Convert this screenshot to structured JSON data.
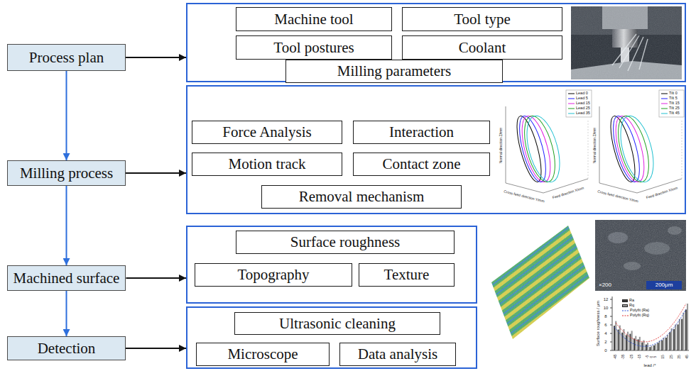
{
  "diagram": {
    "nodes": [
      {
        "text": [
          "Process plan"
        ]
      },
      {
        "text": []
      },
      {
        "text": [
          "Machine tool"
        ],
        "in": 1
      },
      {
        "text": [
          "Tool type"
        ],
        "in": 1
      },
      {
        "text": [
          "Tool postures"
        ],
        "in": 1
      },
      {
        "text": [
          "Coolant"
        ],
        "in": 1
      },
      {
        "text": [
          "Milling parameters"
        ],
        "in": 1
      },
      {
        "text": [
          "Milling process"
        ]
      },
      {
        "text": []
      },
      {
        "text": [
          "Force Analysis"
        ],
        "in": 8
      },
      {
        "text": [
          "Interaction"
        ],
        "in": 8
      },
      {
        "text": [
          "Motion track"
        ],
        "in": 8
      },
      {
        "text": [
          "Contact zone"
        ],
        "in": 8
      },
      {
        "text": [
          "Removal mechanism"
        ],
        "in": 8
      },
      {
        "text": [
          "Machined surface"
        ]
      },
      {
        "text": []
      },
      {
        "text": [
          "Surface roughness"
        ],
        "in": 15
      },
      {
        "text": [
          "Topography"
        ],
        "in": 15
      },
      {
        "text": [
          "Texture"
        ],
        "in": 15
      },
      {
        "text": [
          "Detection"
        ]
      },
      {
        "text": []
      },
      {
        "text": [
          "Ultrasonic cleaning"
        ],
        "in": 20
      },
      {
        "text": [
          "Microscope"
        ],
        "in": 20
      },
      {
        "text": [
          "Data analysis"
        ],
        "in": 20
      }
    ],
    "edges": [
      {
        "from": 0,
        "to": 1,
        "arrow": "to"
      },
      {
        "from": 0,
        "to": 7,
        "arrow": "to"
      },
      {
        "from": 7,
        "to": 8,
        "arrow": "to"
      },
      {
        "from": 7,
        "to": 14,
        "arrow": "to"
      },
      {
        "from": 14,
        "to": 15,
        "arrow": "to"
      },
      {
        "from": 14,
        "to": 19,
        "arrow": "to"
      },
      {
        "from": 19,
        "to": 20,
        "arrow": "to"
      }
    ],
    "labels": [
      "Normal direction Z/mm",
      "Cross feed direction Y/mm",
      "Feed direction X/mm",
      "Normal direction Z/mm",
      "Cross feed direction Y/mm",
      "Feed direction X/mm",
      "×200",
      "200μm",
      "Surface roughness / μm",
      "lead /°",
      "0",
      "2",
      "4",
      "6",
      "8",
      "10",
      "12",
      "-45",
      "-35",
      "-25",
      "-15",
      "-5",
      "0",
      "5",
      "15",
      "25",
      "35",
      "45"
    ],
    "legend": [
      {
        "text": "Lead 0"
      },
      {
        "text": "Lead 5"
      },
      {
        "text": "Lead 15"
      },
      {
        "text": "Lead 25"
      },
      {
        "text": "Lead 35"
      },
      {
        "text": "Tilt 0"
      },
      {
        "text": "Tilt 5"
      },
      {
        "text": "Tilt 15"
      },
      {
        "text": "Tilt 25"
      },
      {
        "text": "Tilt 45"
      },
      {
        "text": "Ra",
        "color": "#404040"
      },
      {
        "text": "Rq",
        "color": "#9a9a9a"
      },
      {
        "text": "Polyfit (Ra)"
      },
      {
        "text": "Polyfit (Rq)"
      }
    ]
  }
}
